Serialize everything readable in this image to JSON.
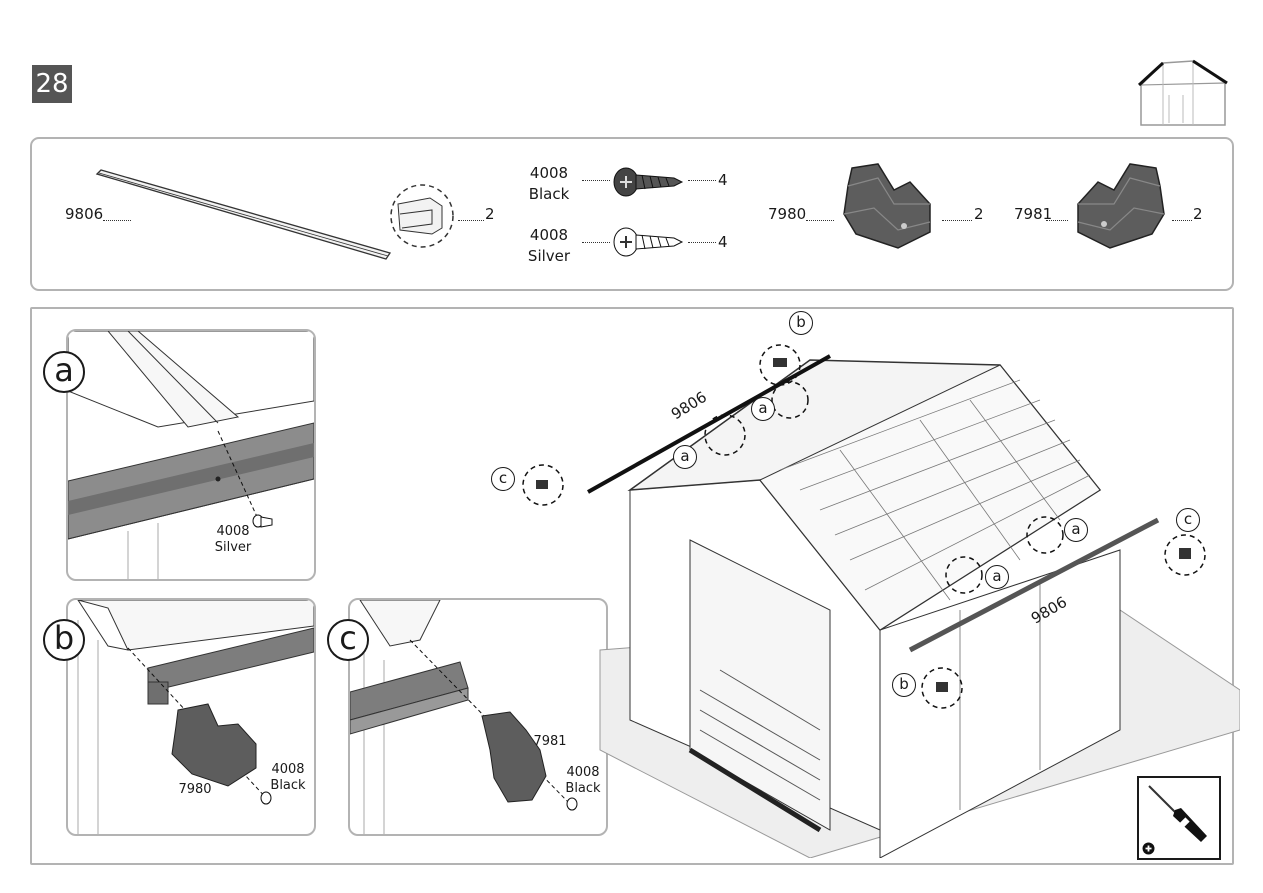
{
  "step": {
    "number": "28"
  },
  "parts": {
    "rail": {
      "code": "9806",
      "qty": "2"
    },
    "screw_black": {
      "code": "4008",
      "finish": "Black",
      "qty": "4"
    },
    "screw_silver": {
      "code": "4008",
      "finish": "Silver",
      "qty": "4"
    },
    "cap_left": {
      "code": "7980",
      "qty": "2"
    },
    "cap_right": {
      "code": "7981",
      "qty": "2"
    }
  },
  "detail_a": {
    "letter": "a",
    "screw_code": "4008",
    "screw_finish": "Silver"
  },
  "detail_b": {
    "letter": "b",
    "cap_code": "7980",
    "screw_code": "4008",
    "screw_finish": "Black"
  },
  "detail_c": {
    "letter": "c",
    "cap_code": "7981",
    "screw_code": "4008",
    "screw_finish": "Black"
  },
  "main_view": {
    "rail_label_top": "9806",
    "rail_label_front": "9806",
    "callouts": [
      "a",
      "a",
      "a",
      "a",
      "b",
      "b",
      "c",
      "c"
    ]
  },
  "tool": {
    "icon": "screwdriver-icon",
    "tip": "phillips-plus-icon"
  }
}
